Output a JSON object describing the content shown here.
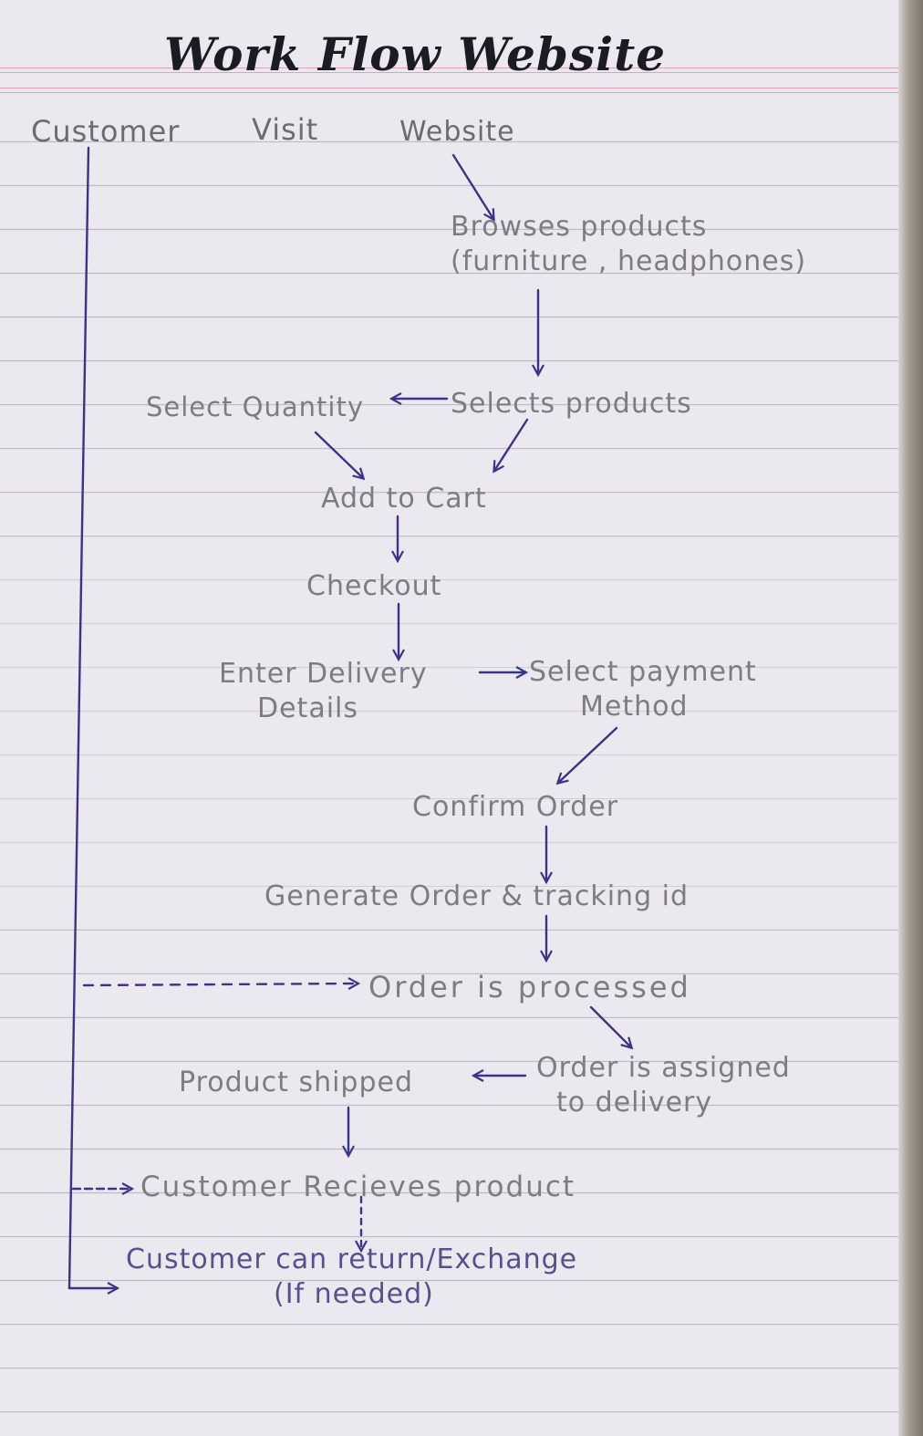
{
  "diagram": {
    "title": "Work Flow Website",
    "nodes": {
      "customer": "Customer",
      "visit": "Visit",
      "website": "Website",
      "browses_line1": "Browses products",
      "browses_line2": "(furniture , headphones)",
      "select_quantity": "Select Quantity",
      "selects_products": "Selects products",
      "add_to_cart": "Add to Cart",
      "checkout": "Checkout",
      "enter_delivery_line1": "Enter Delivery",
      "enter_delivery_line2": "Details",
      "select_payment_line1": "Select payment",
      "select_payment_line2": "Method",
      "confirm_order": "Confirm Order",
      "generate_order": "Generate Order & tracking id",
      "order_processed": "Order is processed",
      "order_assigned_line1": "Order is assigned",
      "order_assigned_line2": "to delivery",
      "product_shipped": "Product shipped",
      "customer_receives": "Customer Recieves product",
      "return_exchange_line1": "Customer can return/Exchange",
      "return_exchange_line2": "(If needed)"
    },
    "ink_colors": {
      "title": "#1c1b24",
      "arrows": "#3a3486",
      "pencil_text": "#7e7b82",
      "blue_text": "#5a4f8d"
    }
  }
}
